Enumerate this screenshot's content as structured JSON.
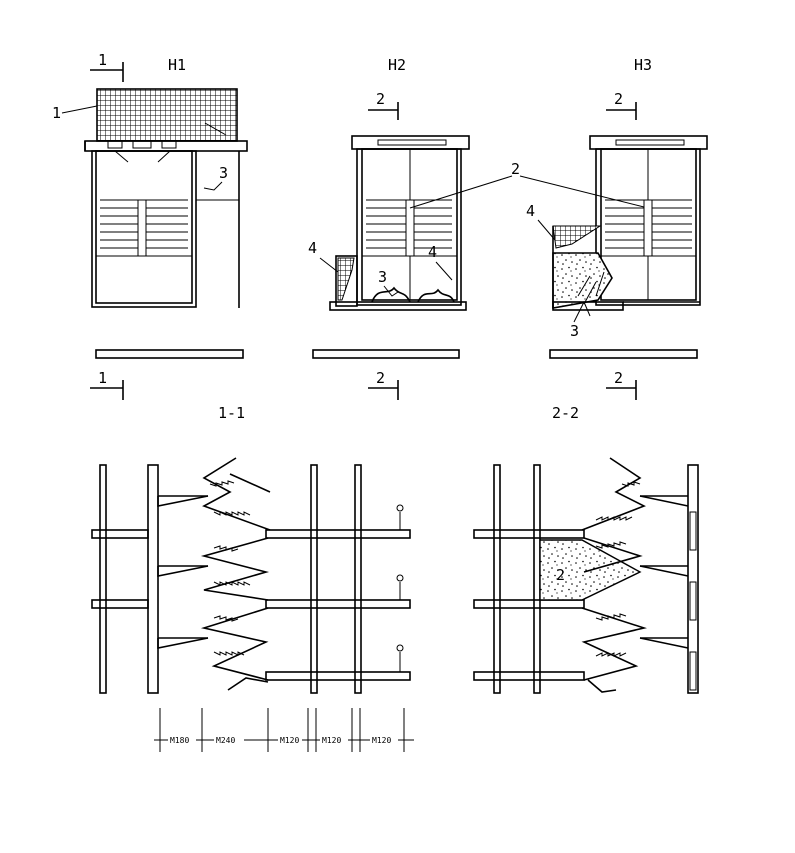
{
  "plan_titles": [
    "H1",
    "H2",
    "H3"
  ],
  "section_titles": [
    "1-1",
    "2-2"
  ],
  "section_marks": {
    "one": "1",
    "two": "2"
  },
  "callouts": {
    "one": "1",
    "two": "2",
    "three": "3",
    "four": "4"
  },
  "dimensions": [
    "M180",
    "M240",
    "M120",
    "M120",
    "M120"
  ],
  "colors": {
    "ink": "#000000",
    "paper": "#ffffff"
  }
}
